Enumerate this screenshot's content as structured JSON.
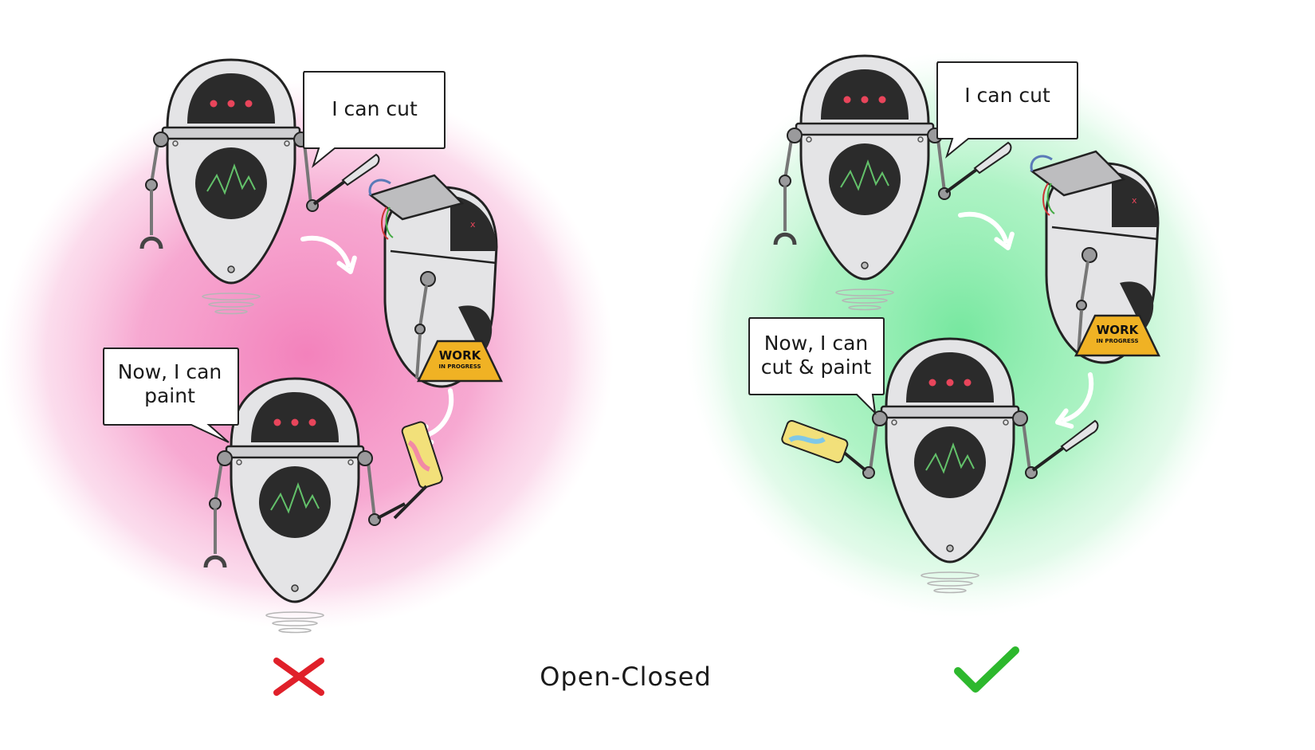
{
  "caption": "Open-Closed",
  "panels": [
    {
      "id": "bad",
      "glow_color": "#f27bb8",
      "status_icon": "cross-icon",
      "status_color": "#e0202a",
      "bubble_top": "I can cut",
      "bubble_bottom_line1": "Now, I can",
      "bubble_bottom_line2": "paint",
      "sign_line1": "WORK",
      "sign_line2": "IN PROGRESS"
    },
    {
      "id": "good",
      "glow_color": "#6fe69a",
      "status_icon": "check-icon",
      "status_color": "#2db82d",
      "bubble_top": "I can cut",
      "bubble_bottom_line1": "Now, I can",
      "bubble_bottom_line2": "cut & paint",
      "sign_line1": "WORK",
      "sign_line2": "IN PROGRESS"
    }
  ]
}
